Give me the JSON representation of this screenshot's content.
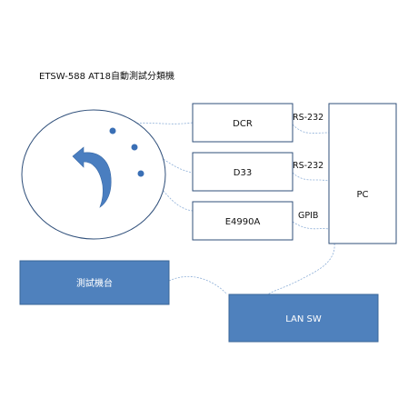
{
  "title": "ETSW-588 AT18自動測試分類機",
  "instruments": {
    "dcr": "DCR",
    "d33": "D33",
    "e4990a": "E4990A"
  },
  "pc": "PC",
  "links": {
    "dcr_pc": "RS-232",
    "d33_pc": "RS-232",
    "e4990a_pc": "GPIB"
  },
  "test_station": "測試機台",
  "lan_switch": "LAN SW",
  "colors": {
    "outline": "#2f4f7a",
    "dot": "#3a6fb5",
    "blue_box": "#4f81bd",
    "blue_box_border": "#3a6698",
    "arrow": "#4a7ec0",
    "wire": "#8fb0d8"
  }
}
